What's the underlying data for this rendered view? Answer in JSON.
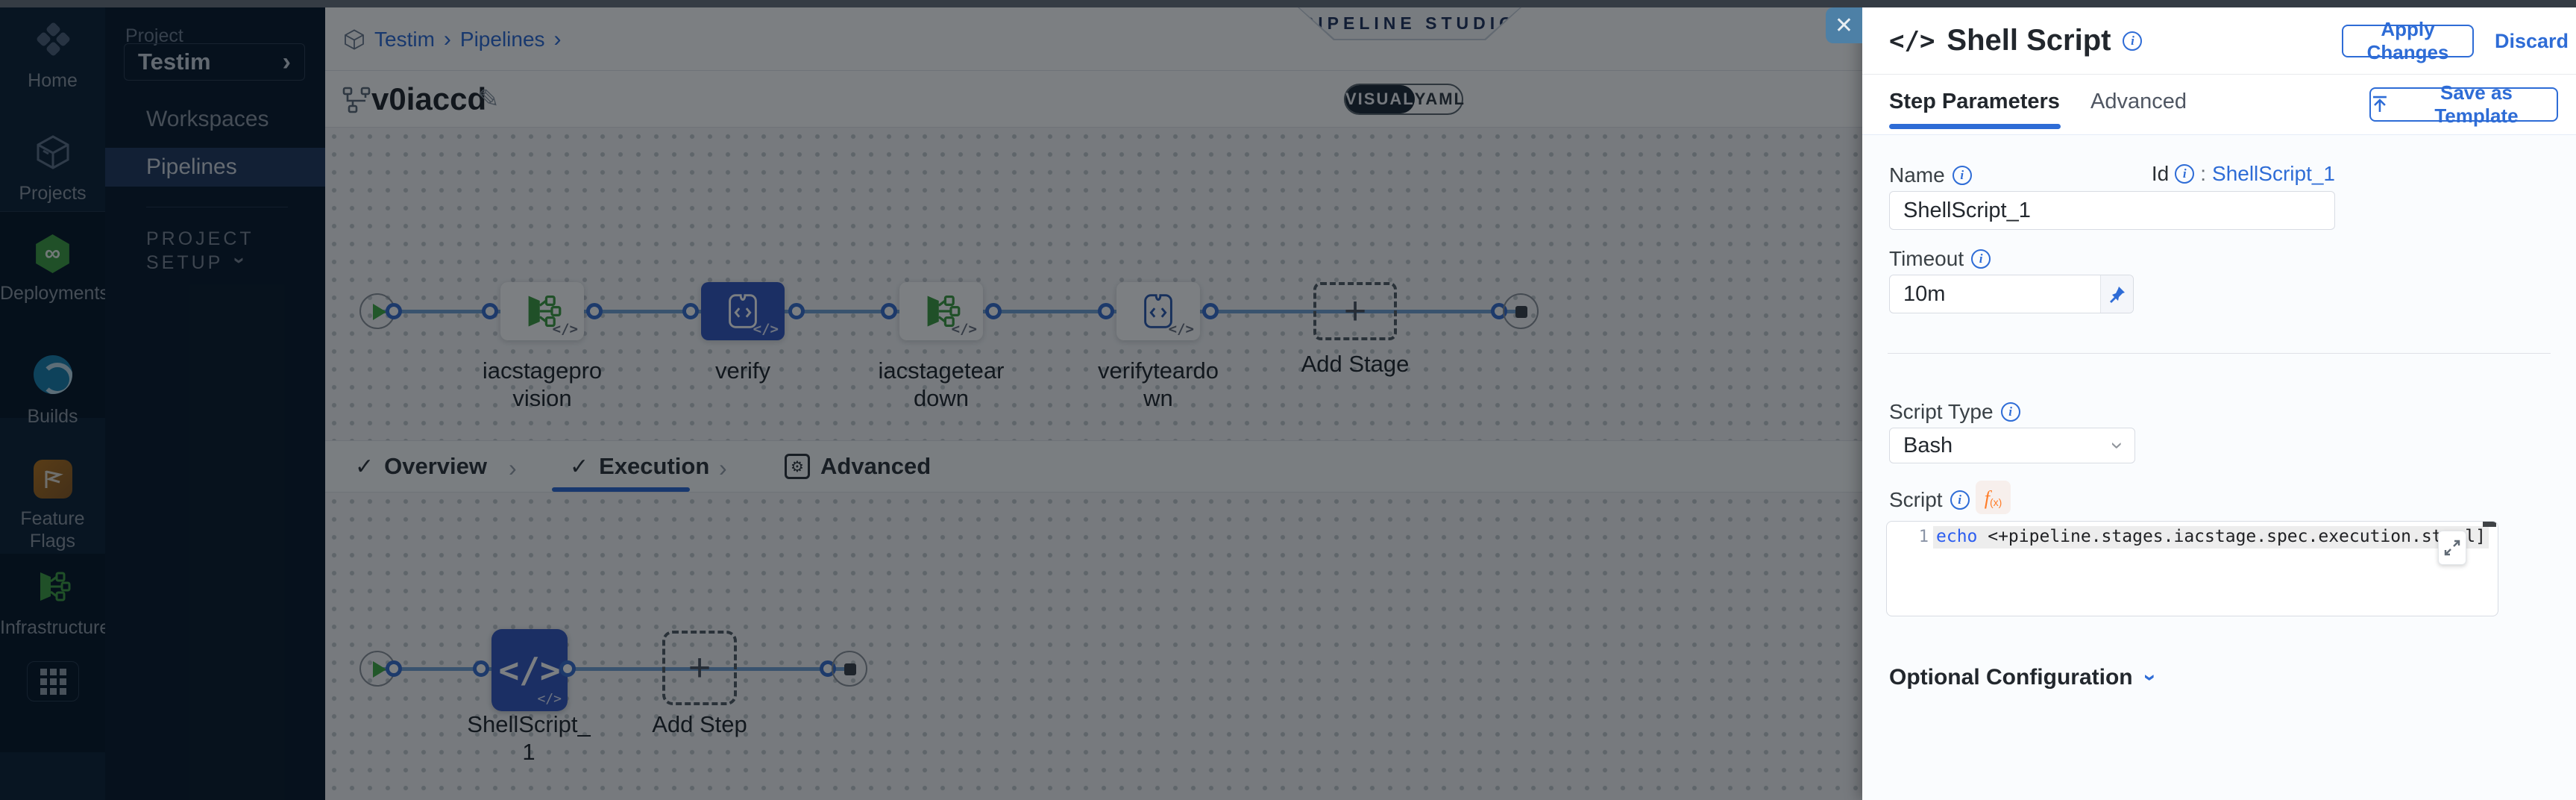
{
  "colors": {
    "accent_blue": "#2e6cd6",
    "node_blue": "#3558c0",
    "stage_green": "#42ab45",
    "nav_bg": "#081829",
    "nav_active_bg": "#22395f",
    "overlay": "rgba(4,10,16,0.52)",
    "close_button_blue": "#4d80a6",
    "code_keyword_blue": "#2b5df0",
    "fx_orange": "#ff7b26"
  },
  "icons": {
    "chevron_right": "›",
    "checkmark": "✓",
    "code_badge": "</>",
    "shell_code": "</>",
    "plus": "+",
    "close": "✕",
    "infinity": "∞",
    "gear": "⚙",
    "pencil": "✎",
    "info": "i",
    "fx_f": "f",
    "fx_x": "(x)"
  },
  "nav_primary": {
    "items": [
      {
        "label": "Home",
        "icon": "harness-logo-icon"
      },
      {
        "label": "Projects",
        "icon": "cube-icon"
      },
      {
        "label": "Deployments",
        "icon": "deployments-infinity-icon"
      },
      {
        "label": "Builds",
        "icon": "builds-orbit-icon"
      },
      {
        "label": "Feature Flags",
        "icon": "flag-icon"
      },
      {
        "label": "Infrastructures",
        "icon": "infrastructure-icon"
      }
    ]
  },
  "nav_project": {
    "section_label": "Project",
    "selector_value": "Testim",
    "items": [
      {
        "label": "Workspaces",
        "active": false
      },
      {
        "label": "Pipelines",
        "active": true
      }
    ],
    "setup_label": "PROJECT SETUP"
  },
  "header": {
    "breadcrumb": {
      "items": [
        "Testim",
        "Pipelines"
      ]
    },
    "studio_badge": "PIPELINE STUDIO",
    "pipeline_name": "v0iaccd",
    "view_toggle": {
      "visual": "VISUAL",
      "yaml": "YAML",
      "selected": "VISUAL"
    }
  },
  "pipeline_graph": {
    "stages": [
      {
        "label": "iacstageprovision",
        "type": "infrastructure"
      },
      {
        "label": "verify",
        "type": "custom-selected"
      },
      {
        "label": "iacstageteardown",
        "type": "infrastructure"
      },
      {
        "label": "verifyteardown",
        "type": "custom"
      }
    ],
    "add_stage_label": "Add Stage"
  },
  "stage_tabs": {
    "overview": "Overview",
    "execution": "Execution",
    "advanced": "Advanced",
    "active": "Execution"
  },
  "execution_graph": {
    "step_label": "ShellScript_1",
    "add_step_label": "Add Step"
  },
  "drawer": {
    "title": "Shell Script",
    "apply_label": "Apply Changes",
    "discard_label": "Discard",
    "tabs": {
      "step_parameters": "Step Parameters",
      "advanced": "Advanced",
      "active": "Step Parameters"
    },
    "save_as_template_label": "Save as Template",
    "name_label": "Name",
    "name_value": "ShellScript_1",
    "id_label": "Id",
    "id_separator": ":",
    "id_value": "ShellScript_1",
    "timeout_label": "Timeout",
    "timeout_value": "10m",
    "script_type_label": "Script Type",
    "script_type_value": "Bash",
    "script_label": "Script",
    "editor": {
      "line_number": "1",
      "code_keyword": "echo",
      "code_rest": " <+pipeline.stages.iacstage.spec.execution.step",
      "code_tail": "ppl]"
    },
    "optional_configuration_label": "Optional Configuration"
  }
}
